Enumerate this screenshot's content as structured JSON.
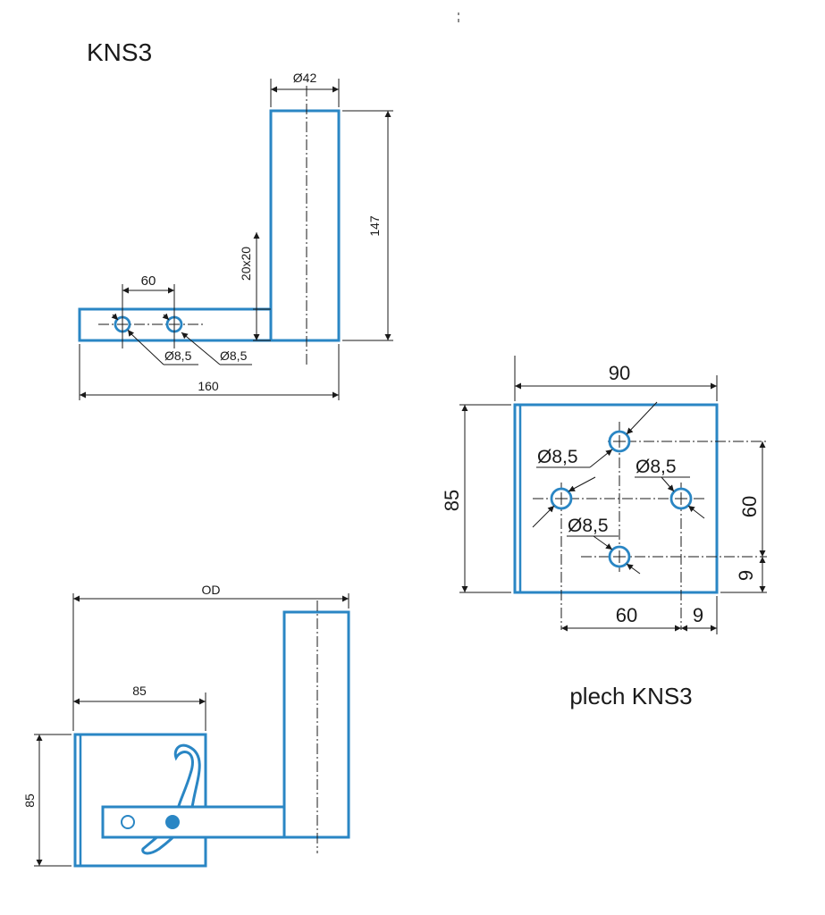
{
  "title": "KNS3",
  "plate_caption": "plech KNS3",
  "colors": {
    "part_stroke": "#2a86c4",
    "line": "#1a1a1a",
    "background": "#ffffff"
  },
  "top_view": {
    "dim_diameter_tube": "Ø42",
    "dim_height": "147",
    "dim_profile": "20x20",
    "dim_hole_spacing": "60",
    "dim_hole_1": "Ø8,5",
    "dim_hole_2": "Ø8,5",
    "dim_length": "160"
  },
  "plate_view": {
    "dim_width": "90",
    "dim_height": "85",
    "dim_hole_top": "Ø8,5",
    "dim_hole_left": "Ø8,5",
    "dim_hole_right": "Ø8,5",
    "dim_vertical_spacing": "60",
    "dim_vertical_offset": "9",
    "dim_horizontal_spacing": "60",
    "dim_horizontal_offset": "9"
  },
  "assembly_view": {
    "dim_overall": "OD",
    "dim_plate_width": "85",
    "dim_plate_height": "85"
  }
}
